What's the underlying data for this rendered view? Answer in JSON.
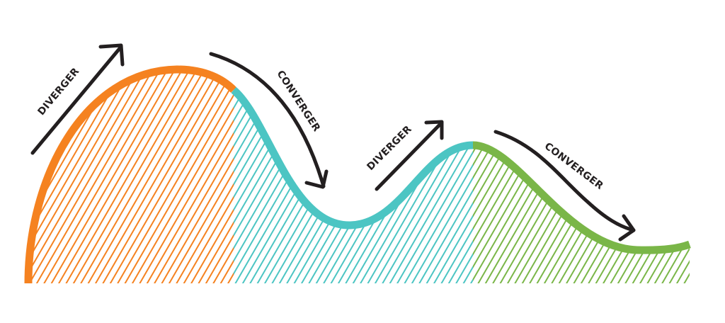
{
  "colors": {
    "orange": "#f58220",
    "teal": "#4cc5c3",
    "green": "#7ab648",
    "ink": "#231f20"
  },
  "labels": {
    "diverger_1": "DIVERGER",
    "converger_1": "CONVERGER",
    "diverger_2": "DIVERGER",
    "converger_2": "CONVERGER"
  }
}
